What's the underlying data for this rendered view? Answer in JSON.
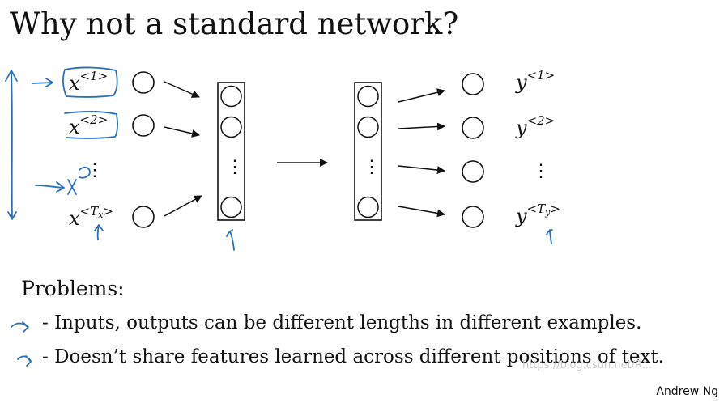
{
  "slide": {
    "title": "Why not a standard network?",
    "inputs": {
      "x1": {
        "base": "x",
        "sup": "<1>"
      },
      "x2": {
        "base": "x",
        "sup": "<2>"
      },
      "xT": {
        "base": "x",
        "sup_open": "<T",
        "sup_sub": "x",
        "sup_close": ">"
      }
    },
    "outputs": {
      "y1": {
        "base": "y",
        "sup": "<1>"
      },
      "y2": {
        "base": "y",
        "sup": "<2>"
      },
      "yT": {
        "base": "y",
        "sup_open": "<T",
        "sup_sub": "y",
        "sup_close": ">"
      }
    },
    "vdots": "⋮",
    "problems_heading": "Problems:",
    "bullets": [
      "- Inputs, outputs can be different lengths in different examples.",
      "- Doesn’t share features learned across different positions of text."
    ],
    "author": "Andrew Ng",
    "watermark": "https://blog.csdn.net/R...",
    "colors": {
      "ink": "#111111",
      "annotation": "#2a6fbd",
      "watermark": "#c8c8c8"
    }
  }
}
